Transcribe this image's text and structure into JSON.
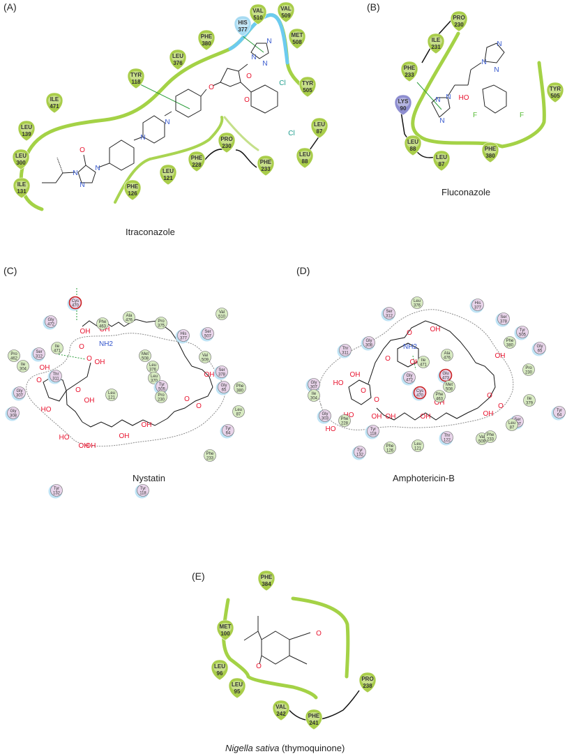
{
  "figure": {
    "panels": [
      {
        "id": "A",
        "label": "(A)",
        "caption": "Itraconazole",
        "style": "drop",
        "residues": [
          {
            "name": "TYR",
            "num": "118",
            "type": "hydrophobic"
          },
          {
            "name": "LEU",
            "num": "376",
            "type": "hydrophobic"
          },
          {
            "name": "PHE",
            "num": "380",
            "type": "hydrophobic"
          },
          {
            "name": "HIS",
            "num": "377",
            "type": "polar"
          },
          {
            "name": "VAL",
            "num": "510",
            "type": "hydrophobic"
          },
          {
            "name": "VAL",
            "num": "509",
            "type": "hydrophobic"
          },
          {
            "name": "MET",
            "num": "508",
            "type": "hydrophobic"
          },
          {
            "name": "TYR",
            "num": "505",
            "type": "hydrophobic"
          },
          {
            "name": "ILE",
            "num": "471",
            "type": "hydrophobic"
          },
          {
            "name": "LEU",
            "num": "139",
            "type": "hydrophobic"
          },
          {
            "name": "LEU",
            "num": "300",
            "type": "hydrophobic"
          },
          {
            "name": "ILE",
            "num": "131",
            "type": "hydrophobic"
          },
          {
            "name": "LEU",
            "num": "87",
            "type": "hydrophobic"
          },
          {
            "name": "LEU",
            "num": "88",
            "type": "hydrophobic"
          },
          {
            "name": "PRO",
            "num": "230",
            "type": "hydrophobic"
          },
          {
            "name": "PHE",
            "num": "228",
            "type": "hydrophobic"
          },
          {
            "name": "PHE",
            "num": "233",
            "type": "hydrophobic"
          },
          {
            "name": "LEU",
            "num": "121",
            "type": "hydrophobic"
          },
          {
            "name": "PHE",
            "num": "126",
            "type": "hydrophobic"
          }
        ],
        "atoms": [
          "O",
          "N",
          "N",
          "N",
          "N",
          "N",
          "O",
          "O",
          "O",
          "N",
          "N",
          "N",
          "Cl",
          "Cl"
        ]
      },
      {
        "id": "B",
        "label": "(B)",
        "caption": "Fluconazole",
        "style": "drop",
        "residues": [
          {
            "name": "PRO",
            "num": "230",
            "type": "hydrophobic"
          },
          {
            "name": "ILE",
            "num": "231",
            "type": "hydrophobic"
          },
          {
            "name": "PHE",
            "num": "233",
            "type": "hydrophobic"
          },
          {
            "name": "LYS",
            "num": "90",
            "type": "positive"
          },
          {
            "name": "LEU",
            "num": "88",
            "type": "hydrophobic"
          },
          {
            "name": "LEU",
            "num": "87",
            "type": "hydrophobic"
          },
          {
            "name": "PHE",
            "num": "380",
            "type": "hydrophobic"
          },
          {
            "name": "TYR",
            "num": "505",
            "type": "hydrophobic"
          }
        ],
        "atoms": [
          "N",
          "N",
          "N",
          "N",
          "N",
          "N",
          "HO",
          "F",
          "F"
        ]
      },
      {
        "id": "C",
        "label": "(C)",
        "caption": "Nystatin",
        "style": "disc",
        "residues": [
          {
            "name": "Gly",
            "num": "472",
            "type": "polar"
          },
          {
            "name": "Cys",
            "num": "470",
            "type": "polar",
            "hbond": true
          },
          {
            "name": "Phe",
            "num": "463",
            "type": "hydrophobic"
          },
          {
            "name": "Ala",
            "num": "476",
            "type": "hydrophobic"
          },
          {
            "name": "Pro",
            "num": "375",
            "type": "hydrophobic"
          },
          {
            "name": "His",
            "num": "377",
            "type": "polar"
          },
          {
            "name": "Val",
            "num": "510",
            "type": "hydrophobic"
          },
          {
            "name": "Ser",
            "num": "507",
            "type": "polar"
          },
          {
            "name": "Pro",
            "num": "462",
            "type": "hydrophobic"
          },
          {
            "name": "Ser",
            "num": "312",
            "type": "polar"
          },
          {
            "name": "Ile",
            "num": "471",
            "type": "hydrophobic"
          },
          {
            "name": "Ile",
            "num": "304",
            "type": "hydrophobic"
          },
          {
            "name": "Thr",
            "num": "311",
            "type": "polar"
          },
          {
            "name": "Gly",
            "num": "307",
            "type": "polar"
          },
          {
            "name": "Gly",
            "num": "308",
            "type": "polar"
          },
          {
            "name": "Val",
            "num": "509",
            "type": "hydrophobic"
          },
          {
            "name": "Ser",
            "num": "378",
            "type": "polar"
          },
          {
            "name": "Met",
            "num": "508",
            "type": "hydrophobic"
          },
          {
            "name": "Leu",
            "num": "376",
            "type": "hydrophobic"
          },
          {
            "name": "Leu",
            "num": "370",
            "type": "hydrophobic"
          },
          {
            "name": "Tyr",
            "num": "505",
            "type": "polar"
          },
          {
            "name": "Pro",
            "num": "230",
            "type": "hydrophobic"
          },
          {
            "name": "Leu",
            "num": "121",
            "type": "hydrophobic"
          },
          {
            "name": "Gly",
            "num": "65",
            "type": "polar"
          },
          {
            "name": "Phe",
            "num": "380",
            "type": "hydrophobic"
          },
          {
            "name": "Leu",
            "num": "87",
            "type": "hydrophobic"
          },
          {
            "name": "Tyr",
            "num": "64",
            "type": "polar"
          },
          {
            "name": "Phe",
            "num": "233",
            "type": "hydrophobic"
          },
          {
            "name": "Tyr",
            "num": "132",
            "type": "polar"
          },
          {
            "name": "Tyr",
            "num": "118",
            "type": "polar"
          }
        ],
        "atoms": [
          "OH",
          "OH",
          "NH2",
          "OH",
          "O",
          "O",
          "OH",
          "O",
          "HO",
          "O",
          "OH",
          "OH",
          "OH",
          "HO",
          "OH",
          "OH",
          "O",
          "O",
          "OH"
        ]
      },
      {
        "id": "D",
        "label": "(D)",
        "caption": "Amphotericin-B",
        "style": "disc",
        "residues": [
          {
            "name": "Ser",
            "num": "312",
            "type": "polar"
          },
          {
            "name": "Leu",
            "num": "376",
            "type": "hydrophobic"
          },
          {
            "name": "His",
            "num": "377",
            "type": "polar"
          },
          {
            "name": "Gly",
            "num": "308",
            "type": "polar"
          },
          {
            "name": "Thr",
            "num": "311",
            "type": "polar"
          },
          {
            "name": "Ser",
            "num": "378",
            "type": "polar"
          },
          {
            "name": "Tyr",
            "num": "505",
            "type": "polar"
          },
          {
            "name": "Phe",
            "num": "380",
            "type": "hydrophobic"
          },
          {
            "name": "Gly",
            "num": "65",
            "type": "polar"
          },
          {
            "name": "Ala",
            "num": "476",
            "type": "hydrophobic"
          },
          {
            "name": "Ile",
            "num": "471",
            "type": "hydrophobic"
          },
          {
            "name": "Glu",
            "num": "473",
            "type": "negative",
            "hbond": true
          },
          {
            "name": "Gly",
            "num": "307",
            "type": "polar"
          },
          {
            "name": "Gly",
            "num": "472",
            "type": "polar"
          },
          {
            "name": "Met",
            "num": "508",
            "type": "hydrophobic"
          },
          {
            "name": "Pro",
            "num": "230",
            "type": "hydrophobic"
          },
          {
            "name": "Ile",
            "num": "304",
            "type": "hydrophobic"
          },
          {
            "name": "Cys",
            "num": "470",
            "type": "polar",
            "hbond": true
          },
          {
            "name": "Phe",
            "num": "463",
            "type": "hydrophobic"
          },
          {
            "name": "Ile",
            "num": "379",
            "type": "hydrophobic"
          },
          {
            "name": "Tyr",
            "num": "64",
            "type": "polar"
          },
          {
            "name": "Ser",
            "num": "507",
            "type": "polar"
          },
          {
            "name": "Gly",
            "num": "303",
            "type": "polar"
          },
          {
            "name": "Val",
            "num": "509",
            "type": "hydrophobic"
          },
          {
            "name": "Leu",
            "num": "87",
            "type": "hydrophobic"
          },
          {
            "name": "Phe",
            "num": "228",
            "type": "hydrophobic"
          },
          {
            "name": "Tyr",
            "num": "118",
            "type": "polar"
          },
          {
            "name": "Phe",
            "num": "233",
            "type": "hydrophobic"
          },
          {
            "name": "Phe",
            "num": "126",
            "type": "hydrophobic"
          },
          {
            "name": "Leu",
            "num": "121",
            "type": "hydrophobic"
          },
          {
            "name": "Thr",
            "num": "122",
            "type": "polar"
          },
          {
            "name": "Tyr",
            "num": "132",
            "type": "polar"
          }
        ],
        "atoms": [
          "OH",
          "O",
          "O",
          "HO",
          "NH2",
          "OH",
          "O",
          "OH",
          "HO",
          "O",
          "OH",
          "OH",
          "HO",
          "OH",
          "OH",
          "OH",
          "O",
          "O",
          "OH"
        ]
      },
      {
        "id": "E",
        "label": "(E)",
        "caption_italic": "Nigella sativa",
        "caption_rest": " (thymoquinone)",
        "style": "drop",
        "residues": [
          {
            "name": "PHE",
            "num": "384",
            "type": "hydrophobic"
          },
          {
            "name": "MET",
            "num": "100",
            "type": "hydrophobic"
          },
          {
            "name": "LEU",
            "num": "96",
            "type": "hydrophobic"
          },
          {
            "name": "LEU",
            "num": "95",
            "type": "hydrophobic"
          },
          {
            "name": "VAL",
            "num": "242",
            "type": "hydrophobic"
          },
          {
            "name": "PHE",
            "num": "241",
            "type": "hydrophobic"
          },
          {
            "name": "PRO",
            "num": "238",
            "type": "hydrophobic"
          }
        ],
        "atoms": [
          "O",
          "O"
        ]
      }
    ],
    "colors": {
      "hydrophobic": "#a9cd4a",
      "hydrophobic_light": "#e4f0bf",
      "polar": "#a8dbf2",
      "positive": "#8e8ed0",
      "pocket_green": "#9acd32",
      "pocket_blue": "#6ccbef",
      "disc_green": "#d8ebc2",
      "disc_pink": "#e8d4ea",
      "hbond": "#2a9d3a",
      "oxygen": "#e8132e",
      "nitrogen": "#3355cc",
      "chlorine": "#1c9c8c",
      "fluorine": "#55bb33"
    }
  }
}
